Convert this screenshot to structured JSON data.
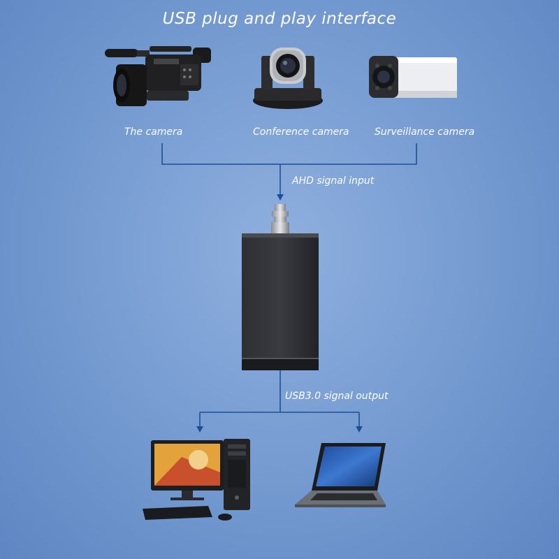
{
  "title": "USB plug and play interface",
  "sources": [
    {
      "label": "The camera",
      "icon": "camcorder-icon"
    },
    {
      "label": "Conference camera",
      "icon": "ptz-camera-icon"
    },
    {
      "label": "Surveillance camera",
      "icon": "bullet-camera-icon"
    }
  ],
  "device": {
    "icon": "capture-box-icon",
    "input_label": "AHD signal input",
    "output_label": "USB3.0 signal output"
  },
  "targets": [
    {
      "icon": "desktop-computer-icon"
    },
    {
      "icon": "laptop-icon"
    }
  ],
  "colors": {
    "line": "#1d4f96",
    "device": "#26272a"
  }
}
